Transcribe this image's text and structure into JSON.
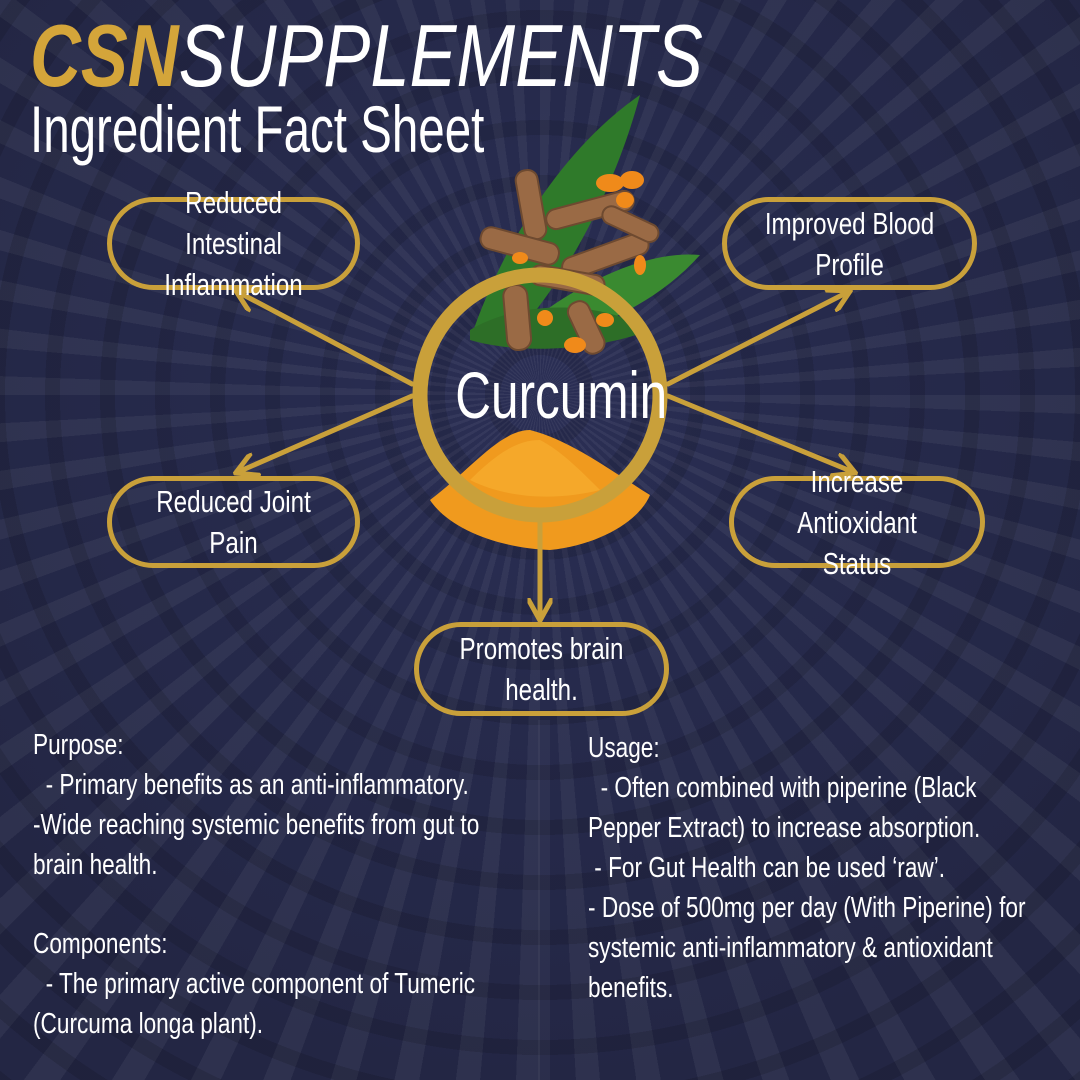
{
  "header": {
    "brand_csn": "CSN",
    "brand_supplements": "SUPPLEMENTS",
    "subtitle": "Ingredient Fact Sheet"
  },
  "center": {
    "label": "Curcumin"
  },
  "benefits": [
    {
      "label": "Reduced Intestinal\nInflammation"
    },
    {
      "label": "Improved Blood\nProfile"
    },
    {
      "label": "Reduced Joint\nPain"
    },
    {
      "label": "Increase\nAntioxidant Status"
    },
    {
      "label": "Promotes brain\nhealth."
    }
  ],
  "left_text": {
    "purpose_heading": "Purpose:",
    "purpose_lines": [
      "  - Primary benefits as an anti-inflammatory.",
      "-Wide reaching systemic benefits from gut to",
      "brain health."
    ],
    "components_heading": "Components:",
    "components_lines": [
      "  - The primary active component of Tumeric",
      "(Curcuma longa plant)."
    ]
  },
  "right_text": {
    "usage_heading": "Usage:",
    "usage_lines": [
      "  - Often combined with piperine (Black",
      "Pepper Extract) to increase absorption.",
      " - For Gut Health can be used ‘raw’.",
      "- Dose of 500mg per day (With Piperine) for",
      "systemic anti-inflammatory & antioxidant",
      "benefits."
    ]
  },
  "colors": {
    "gold": "#c9a03a",
    "brand_gold": "#d4a53a",
    "background": "#262a4c",
    "text": "#ffffff"
  }
}
